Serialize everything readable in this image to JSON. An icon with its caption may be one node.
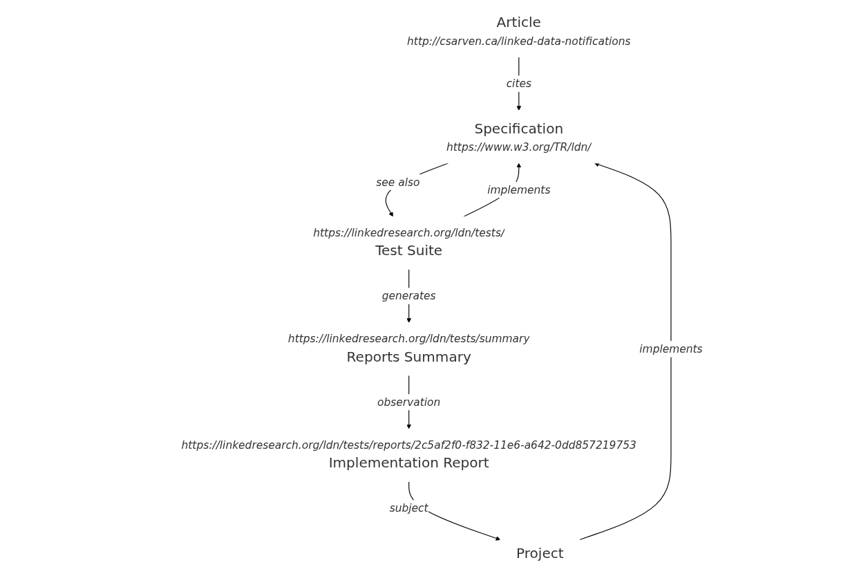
{
  "diagram": {
    "nodes": [
      {
        "text": [
          "Project"
        ]
      },
      {
        "text": [
          "https://linkedresearch.org/ldn/tests/reports/2c5af2f0-f832-11e6-a642-0dd857219753",
          "Implementation Report"
        ]
      },
      {
        "text": [
          "https://linkedresearch.org/ldn/tests/summary",
          "Reports Summary"
        ]
      },
      {
        "text": [
          "Specification",
          "https://www.w3.org/TR/ldn/"
        ]
      },
      {
        "text": [
          "https://linkedresearch.org/ldn/tests/",
          "Test Suite"
        ]
      },
      {
        "text": [
          "Article",
          "http://csarven.ca/linked-data-notifications"
        ]
      }
    ],
    "edges": [
      {
        "from": 1,
        "to": 0,
        "arrow": "to",
        "label": "subject"
      },
      {
        "from": 0,
        "to": 3,
        "arrow": "to",
        "label": "implements"
      },
      {
        "from": 2,
        "to": 1,
        "arrow": "to",
        "label": "observation"
      },
      {
        "from": 4,
        "to": 2,
        "arrow": "to",
        "label": "generates"
      },
      {
        "from": 4,
        "to": 3,
        "arrow": "to",
        "label": "implements"
      },
      {
        "from": 3,
        "to": 4,
        "arrow": "to",
        "label": "see also"
      },
      {
        "from": 5,
        "to": 3,
        "arrow": "to",
        "label": "cites"
      }
    ]
  }
}
